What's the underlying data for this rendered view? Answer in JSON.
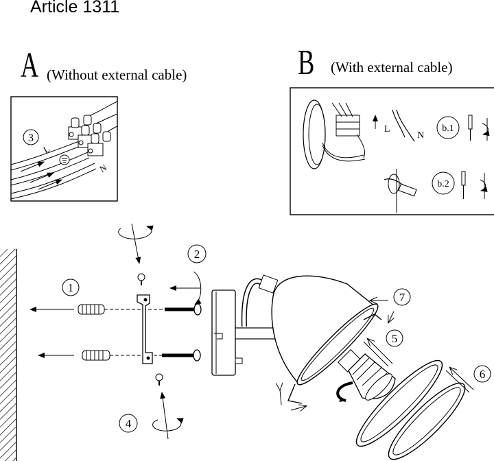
{
  "title": "Article 1311",
  "sectionA": {
    "letter": "A",
    "caption": "(Without external cable)"
  },
  "sectionB": {
    "letter": "B",
    "caption": "(With external cable)"
  },
  "steps": [
    "1",
    "2",
    "3",
    "4",
    "5",
    "6",
    "7"
  ],
  "wireLabels": {
    "L": "L",
    "N": "N"
  },
  "subSteps": {
    "b1": "b.1",
    "b2": "b.2"
  },
  "colors": {
    "ink": "#000000",
    "background": "#ffffff"
  }
}
